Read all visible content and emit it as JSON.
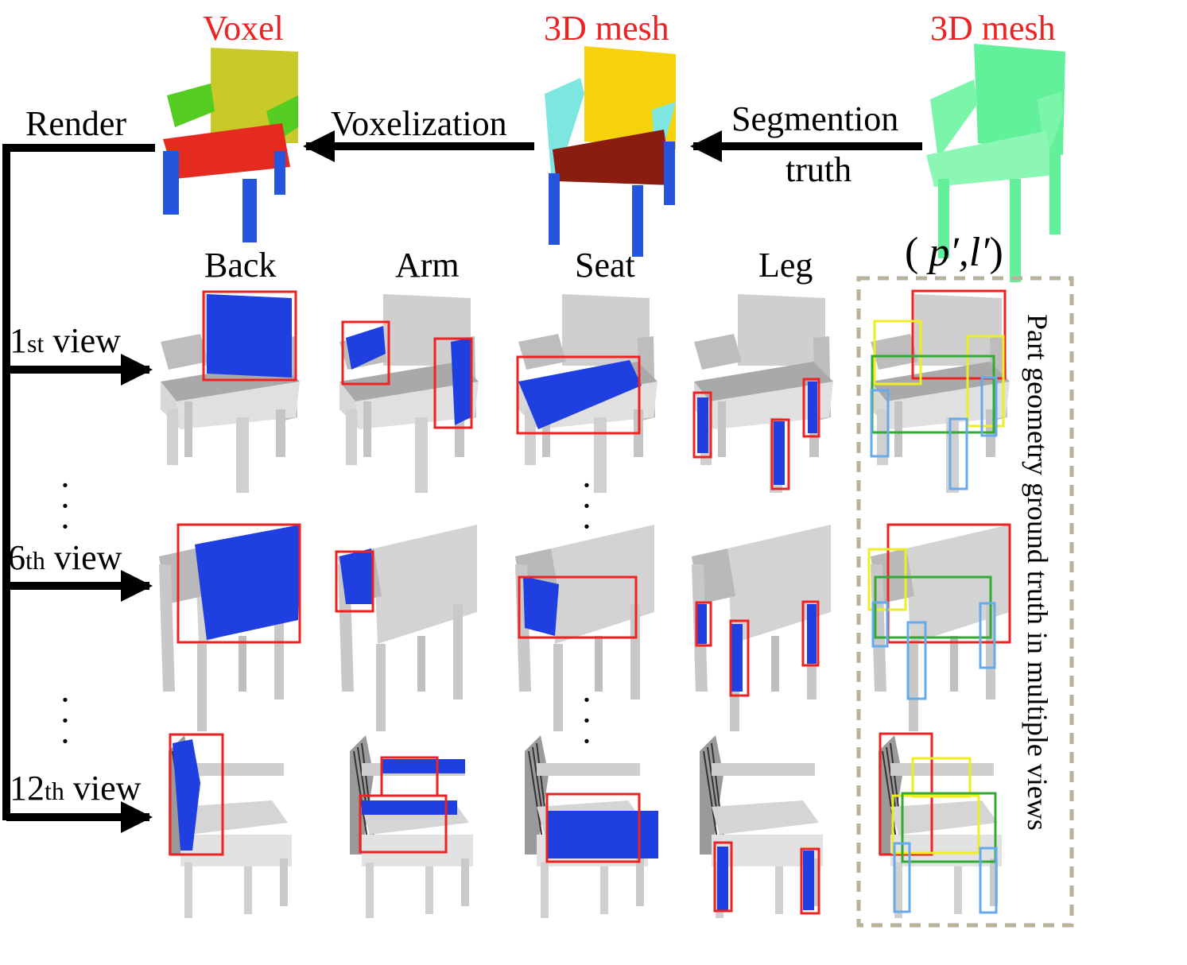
{
  "top": {
    "voxel_title": "Voxel",
    "mesh_title_1": "3D mesh",
    "mesh_title_2": "3D mesh",
    "render": "Render",
    "voxelization": "Voxelization",
    "segmention": "Segmention",
    "truth": "truth",
    "pl_open": "(",
    "pl_text": " p′,l′",
    "pl_close": ")"
  },
  "columns": [
    "Back",
    "Arm",
    "Seat",
    "Leg"
  ],
  "views": [
    {
      "num": "1",
      "suffix": "st",
      "word": " view"
    },
    {
      "num": "6",
      "suffix": "th",
      "word": " view"
    },
    {
      "num": "12",
      "suffix": "th",
      "word": " view"
    }
  ],
  "side_label": "Part geometry ground truth in multiple views",
  "colors": {
    "highlight": "#1f3fe0",
    "box_red": "#ee2222",
    "box_yellow": "#eeee22",
    "box_green": "#33aa33",
    "box_blue": "#66aaee",
    "chair_gray": "#c9c9c9",
    "mesh_green": "#5ef59a",
    "panel_border": "#b9b29a"
  }
}
